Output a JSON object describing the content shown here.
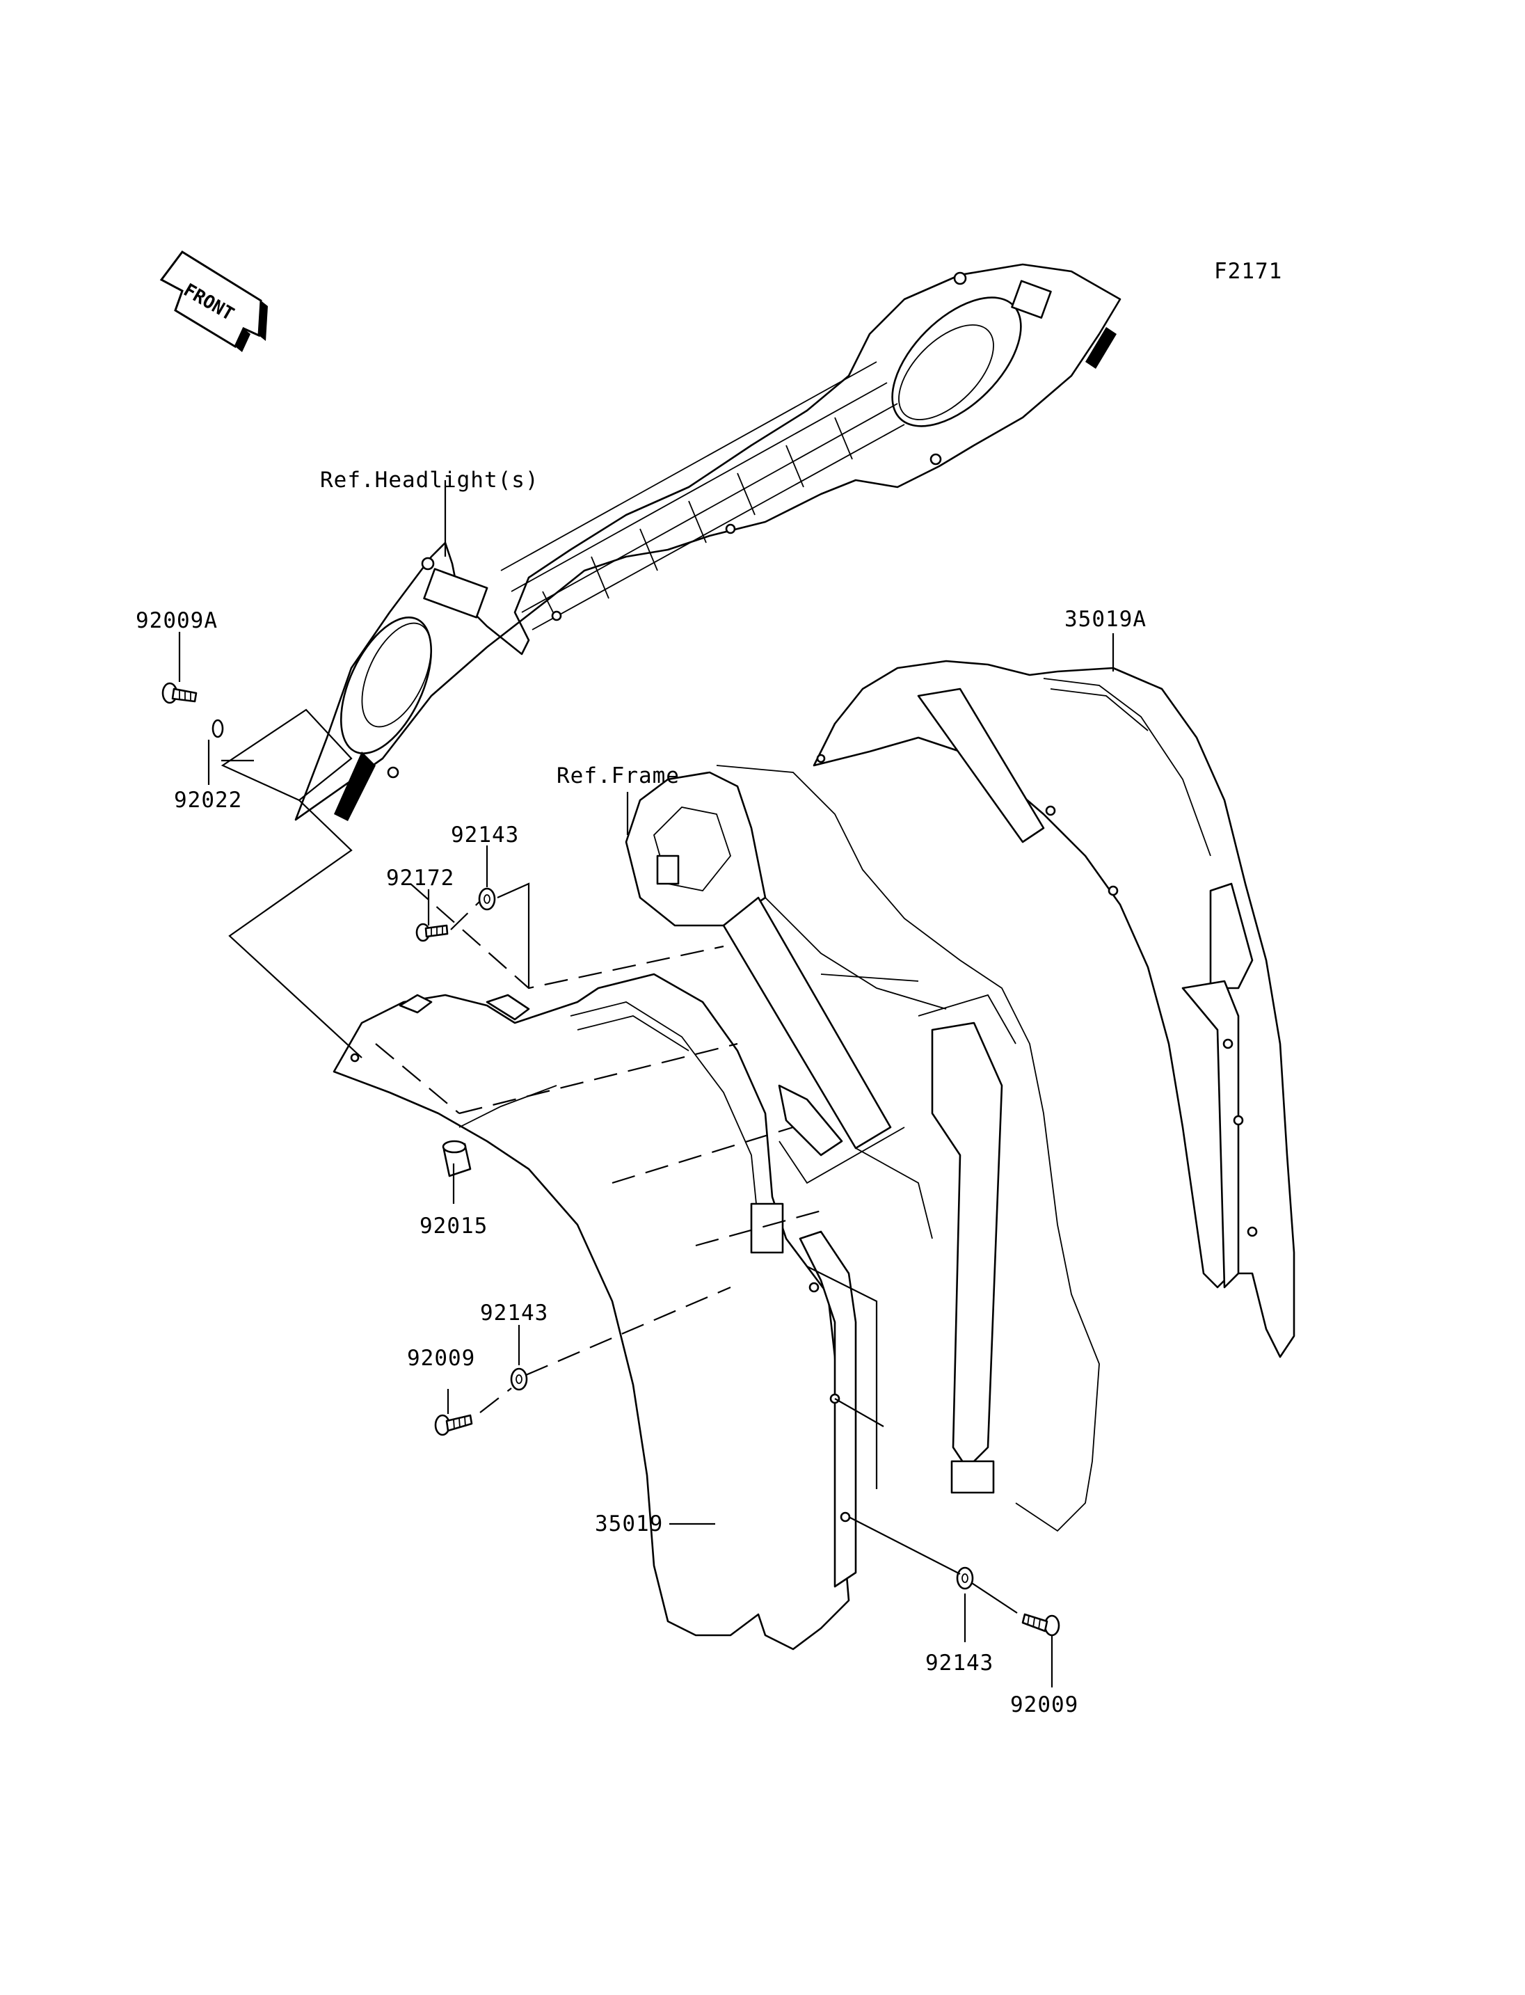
{
  "figure_id": "F2171",
  "front_arrow": "FRONT",
  "labels": {
    "ref_headlight": "Ref.Headlight(s)",
    "ref_frame": "Ref.Frame",
    "p92009A": "92009A",
    "p92022": "92022",
    "p92143_top": "92143",
    "p92172": "92172",
    "p92015": "92015",
    "p92143_mid": "92143",
    "p92009_left": "92009",
    "p35019": "35019",
    "p35019A": "35019A",
    "p92143_bottom": "92143",
    "p92009_bottom": "92009"
  }
}
